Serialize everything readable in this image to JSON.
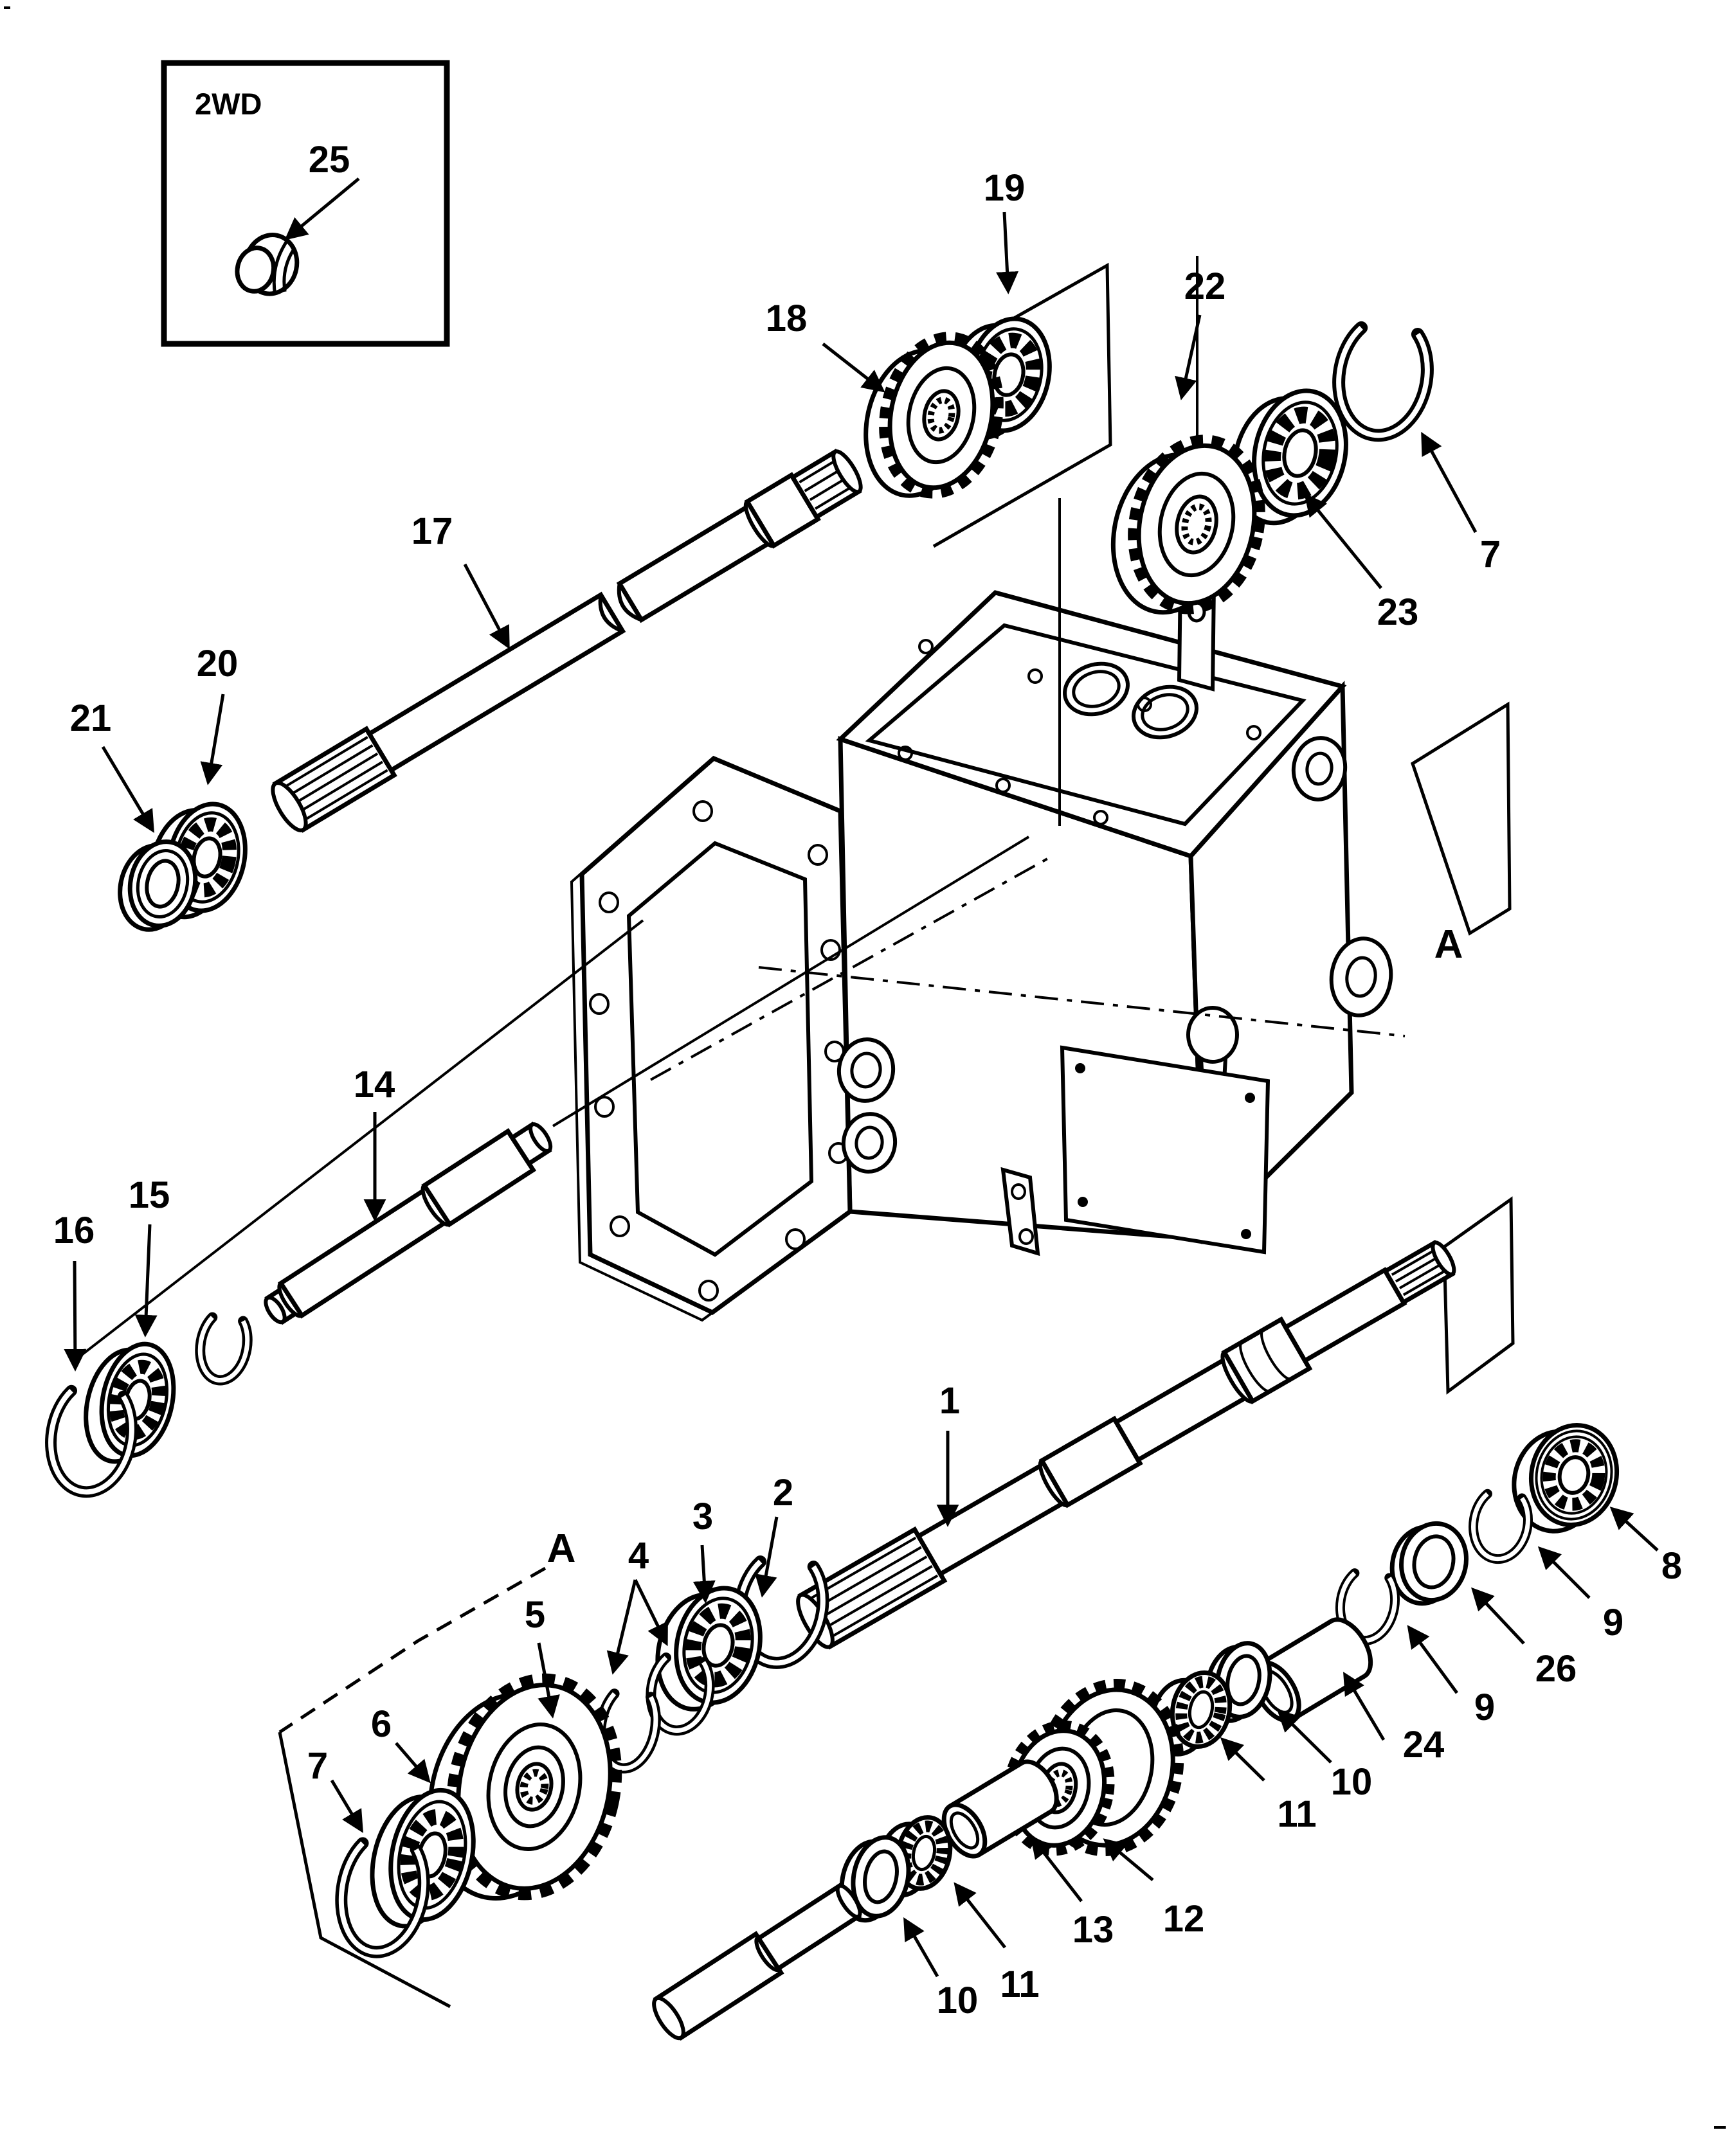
{
  "diagram": {
    "title_inset": "2WD",
    "ink_color": "#000000",
    "background_color": "#ffffff",
    "labels": [
      {
        "text": "25"
      },
      {
        "text": "17"
      },
      {
        "text": "18"
      },
      {
        "text": "19"
      },
      {
        "text": "22"
      },
      {
        "text": "23"
      },
      {
        "text": "7"
      },
      {
        "text": "A"
      },
      {
        "text": "21"
      },
      {
        "text": "20"
      },
      {
        "text": "14"
      },
      {
        "text": "16"
      },
      {
        "text": "15"
      },
      {
        "text": "1"
      },
      {
        "text": "2"
      },
      {
        "text": "3"
      },
      {
        "text": "4"
      },
      {
        "text": "A"
      },
      {
        "text": "5"
      },
      {
        "text": "6"
      },
      {
        "text": "7"
      },
      {
        "text": "8"
      },
      {
        "text": "9"
      },
      {
        "text": "26"
      },
      {
        "text": "9"
      },
      {
        "text": "24"
      },
      {
        "text": "10"
      },
      {
        "text": "11"
      },
      {
        "text": "12"
      },
      {
        "text": "13"
      },
      {
        "text": "11"
      },
      {
        "text": "10"
      }
    ]
  }
}
